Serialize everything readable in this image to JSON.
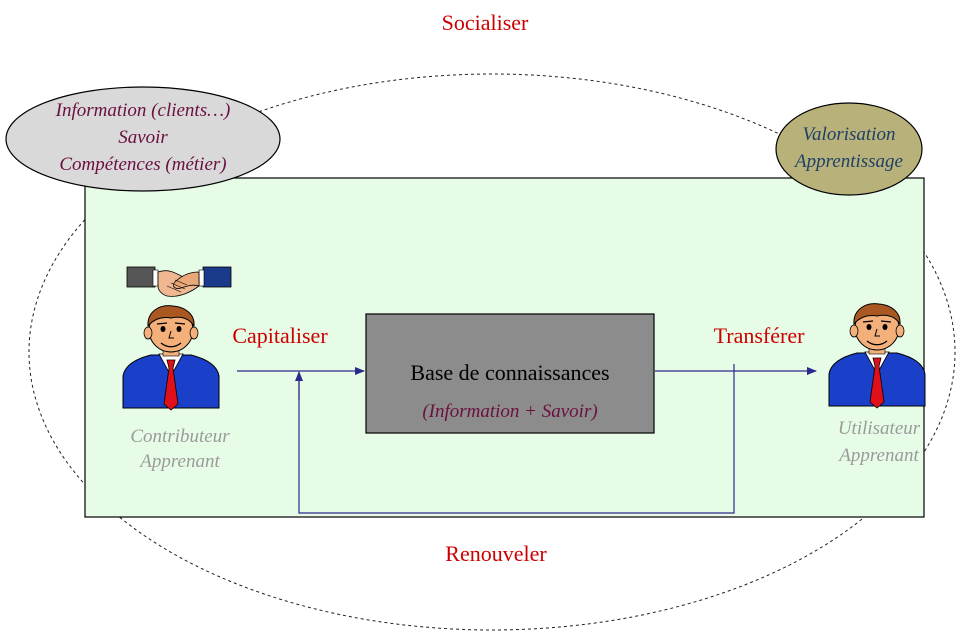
{
  "cycle": {
    "top_label": "Socialiser",
    "bottom_label": "Renouveler"
  },
  "sources_bubble": {
    "lines": [
      "Information (clients…)",
      "Savoir",
      "Compétences (métier)"
    ]
  },
  "outcome_bubble": {
    "lines": [
      "Valorisation",
      "Apprentissage"
    ]
  },
  "flow": {
    "capitalize_label": "Capitaliser",
    "transfer_label": "Transférer"
  },
  "knowledge_base": {
    "title": "Base de connaissances",
    "subtitle": "(Information + Savoir)"
  },
  "contributor": {
    "line1": "Contributeur",
    "line2": "Apprenant"
  },
  "user": {
    "line1": "Utilisateur",
    "line2": "Apprenant"
  },
  "colors": {
    "red_label": "#cc0000",
    "purple_text": "#6a1040",
    "teal_text": "#1e3f66",
    "grey_text": "#9a9a9a",
    "panel_fill": "#e6fce6",
    "kb_fill": "#8c8c8c",
    "arrow": "#2a2a8c",
    "left_bubble_fill": "#d9d9d9",
    "right_bubble_fill": "#b8b27a"
  },
  "icons": [
    "handshake-icon",
    "businessman-icon"
  ]
}
